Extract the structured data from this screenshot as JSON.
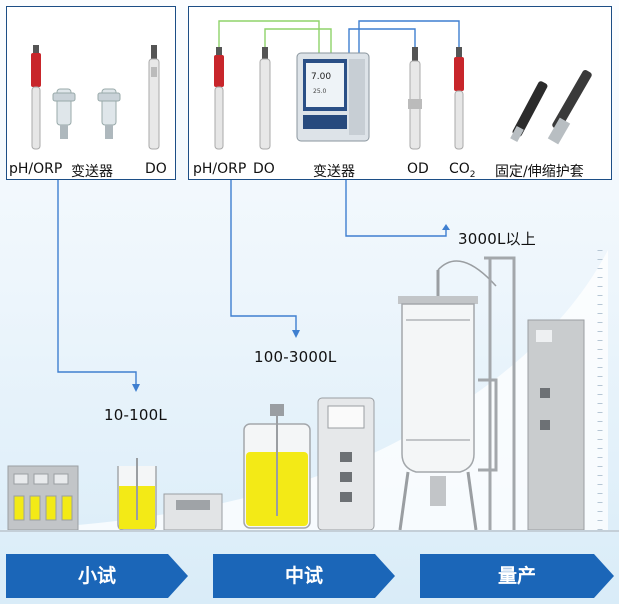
{
  "panel_left": {
    "labels": [
      "pH/ORP",
      "变送器",
      "DO"
    ]
  },
  "panel_right": {
    "labels": [
      "pH/ORP",
      "DO",
      "变送器",
      "OD",
      "CO",
      "2",
      "固定/伸缩护套"
    ],
    "screen_value": "7.00",
    "screen_sub": "25.0"
  },
  "scales": {
    "small": "10-100L",
    "pilot": "100-3000L",
    "production": "3000L以上"
  },
  "stages": [
    "小试",
    "中试",
    "量产"
  ],
  "colors": {
    "panel_border": "#1c4e86",
    "arrow_blue": "#1b66b8",
    "connector": "#3f7fd0",
    "liquid": "#f3ea16",
    "equipment": "#b9bcbf"
  }
}
